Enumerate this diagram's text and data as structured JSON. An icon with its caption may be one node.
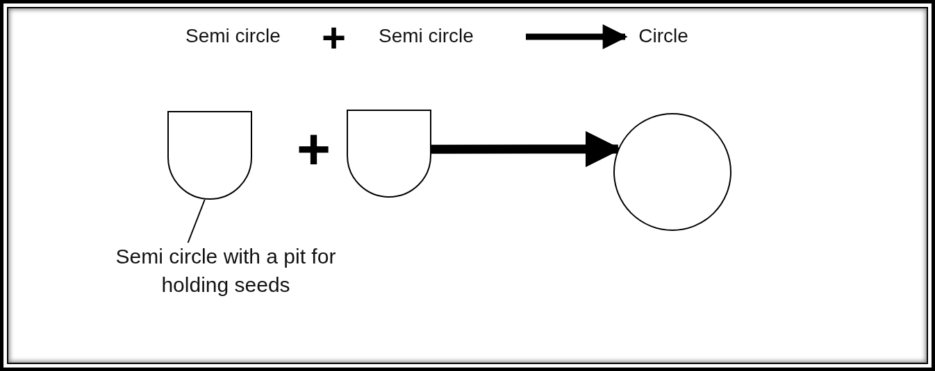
{
  "diagram": {
    "nodes": [
      {
        "text": [
          "Semi circle"
        ]
      },
      {
        "text": [
          "Semi circle"
        ]
      },
      {
        "text": [
          "Circle"
        ]
      },
      {
        "text": [],
        "shape": "semicircle"
      },
      {
        "text": [],
        "shape": "semicircle"
      },
      {
        "text": [],
        "shape": "circle"
      },
      {
        "text": [
          "Semi circle with a pit for holding seeds"
        ]
      }
    ],
    "edges": [
      {
        "from": 1,
        "to": 2,
        "arrow": "to"
      },
      {
        "from": 4,
        "to": 5,
        "arrow": "to"
      },
      {
        "from": 6,
        "to": 3,
        "arrow": "none"
      }
    ],
    "labels": [
      "+",
      "+"
    ]
  }
}
